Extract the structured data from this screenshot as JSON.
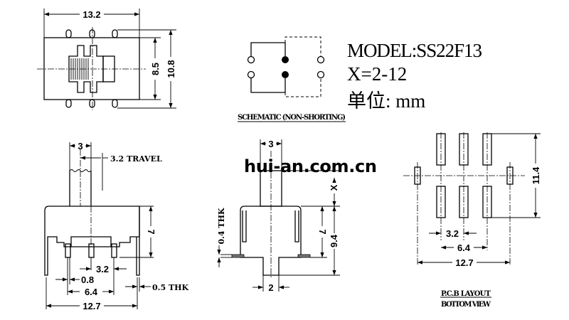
{
  "title": {
    "model": "MODEL:SS22F13",
    "x_range": "X=2-12",
    "unit": "单位: mm"
  },
  "schematic": {
    "label": "SCHEMATIC (NON-SHORTING)"
  },
  "watermark": "hui-an.com.cn",
  "top_view": {
    "width": "13.2",
    "body_height": "8.5",
    "overall_height": "10.8"
  },
  "side_view": {
    "actuator_width": "3",
    "travel": "3.2 TRAVEL",
    "height": "7",
    "pin_pitch": "3.2",
    "pin_width": "0.8",
    "pin_span": "6.4",
    "lead_thickness": "0.5 THK",
    "overall_width": "12.7"
  },
  "end_view": {
    "actuator_width": "3",
    "actuator_height": "X",
    "body_height": "7",
    "overall_height": "9.4",
    "stem_width": "2",
    "tab_thickness": "0.4 THK"
  },
  "pcb_layout": {
    "row_span": "11.4",
    "pitch": "3.2",
    "pin_span": "6.4",
    "mount_span": "12.7",
    "label_1": "P.C.B LAYOUT",
    "label_2": "BOTTOM VIEW"
  }
}
